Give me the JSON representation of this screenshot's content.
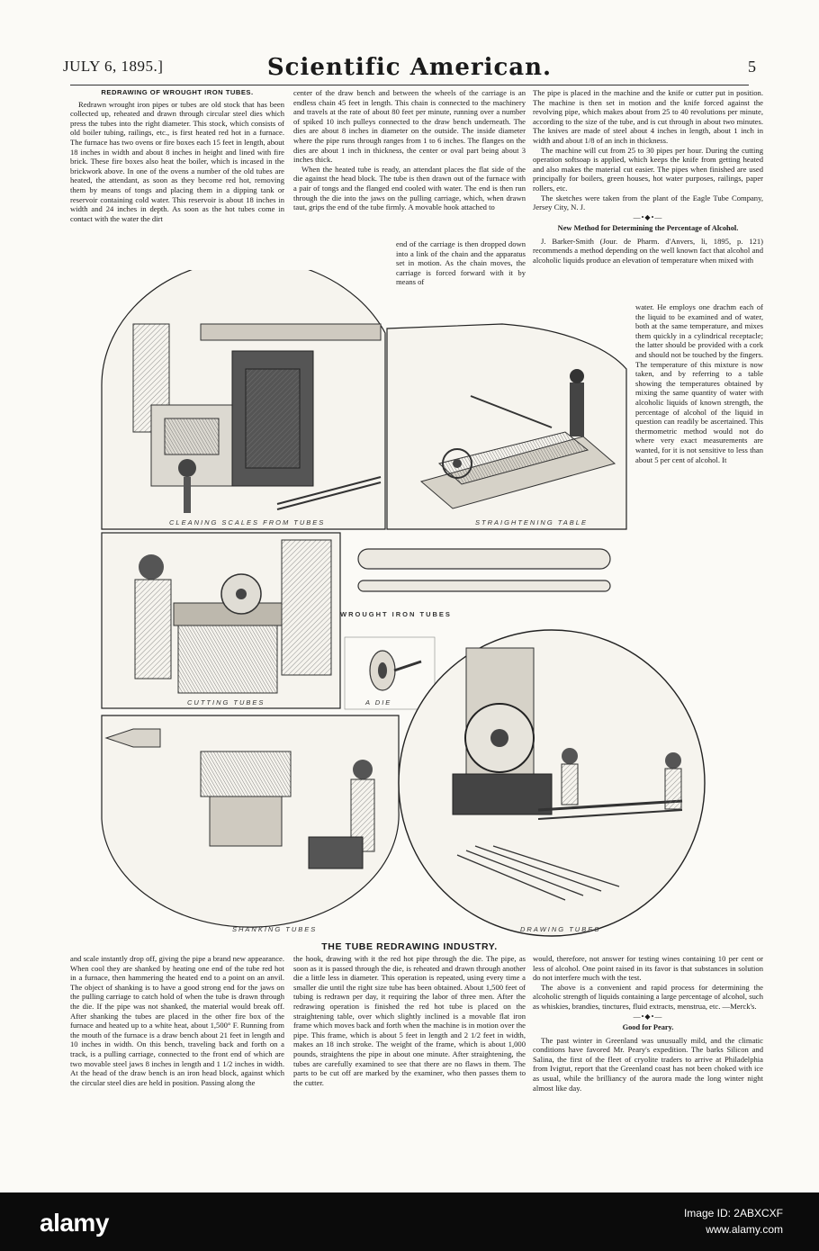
{
  "header": {
    "date": "JULY 6, 1895.]",
    "title": "Scientific American.",
    "page_number": "5"
  },
  "article1": {
    "title": "REDRAWING OF WROUGHT IRON TUBES.",
    "col1_top": "Redrawn wrought iron pipes or tubes are old stock that has been collected up, reheated and drawn through circular steel dies which press the tubes into the right diameter. This stock, which consists of old boiler tubing, railings, etc., is first heated red hot in a furnace. The furnace has two ovens or fire boxes each 15 feet in length, about 18 inches in width and about 8 inches in height and lined with fire brick. These fire boxes also heat the boiler, which is incased in the brickwork above. In one of the ovens a number of the old tubes are heated, the attendant, as soon as they become red hot, removing them by means of tongs and placing them in a dipping tank or reservoir containing cold water. This reservoir is about 18 inches in width and 24 inches in depth. As soon as the hot tubes come in contact with the water the dirt",
    "col2_top_a": "center of the draw bench and between the wheels of the carriage is an endless chain 45 feet in length. This chain is connected to the machinery and travels at the rate of about 80 feet per minute, running over a number of spiked 10 inch pulleys connected to the draw bench underneath. The dies are about 8 inches in diameter on the outside. The inside diameter where the pipe runs through ranges from 1 to 6 inches. The flanges on the dies are about 1 inch in thickness, the center or oval part being about 3 inches thick.",
    "col2_top_b": "When the heated tube is ready, an attendant places the flat side of the die against the head block. The tube is then drawn out of the furnace with a pair of tongs and the flanged end cooled with water. The end is then run through the die into the jaws on the pulling carriage, which, when drawn taut, grips the end of the tube firmly. A movable hook attached to",
    "col2_inset": "end of the carriage is then dropped down into a link of the chain and the apparatus set in motion. As the chain moves, the carriage is forced forward with it by means of",
    "col3_top_a": "The pipe is placed in the machine and the knife or cutter put in position. The machine is then set in motion and the knife forced against the revolving pipe, which makes about from 25 to 40 revolutions per minute, according to the size of the tube, and is cut through in about two minutes. The knives are made of steel about 4 inches in length, about 1 inch in width and about 1/8 of an inch in thickness.",
    "col3_top_b": "The machine will cut from 25 to 30 pipes per hour. During the cutting operation softsoap is applied, which keeps the knife from getting heated and also makes the material cut easier. The pipes when finished are used principally for boilers, green houses, hot water purposes, railings, paper rollers, etc.",
    "col3_top_c": "The sketches were taken from the plant of the Eagle Tube Company, Jersey City, N. J.",
    "col1_bottom": "and scale instantly drop off, giving the pipe a brand new appearance. When cool they are shanked by heating one end of the tube red hot in a furnace, then hammering the heated end to a point on an anvil. The object of shanking is to have a good strong end for the jaws on the pulling carriage to catch hold of when the tube is drawn through the die. If the pipe was not shanked, the material would break off. After shanking the tubes are placed in the other fire box of the furnace and heated up to a white heat, about 1,500° F. Running from the mouth of the furnace is a draw bench about 21 feet in length and 10 inches in width. On this bench, traveling back and forth on a track, is a pulling carriage, connected to the front end of which are two movable steel jaws 8 inches in length and 1 1/2 inches in width. At the head of the draw bench is an iron head block, against which the circular steel dies are held in position. Passing along the",
    "col2_bottom": "the hook, drawing with it the red hot pipe through the die. The pipe, as soon as it is passed through the die, is reheated and drawn through another die a little less in diameter. This operation is repeated, using every time a smaller die until the right size tube has been obtained. About 1,500 feet of tubing is redrawn per day, it requiring the labor of three men. After the redrawing operation is finished the red hot tube is placed on the straightening table, over which slightly inclined is a movable flat iron frame which moves back and forth when the machine is in motion over the pipe. This frame, which is about 5 feet in length and 2 1/2 feet in width, makes an 18 inch stroke. The weight of the frame, which is about 1,000 pounds, straightens the pipe in about one minute. After straightening, the tubes are carefully examined to see that there are no flaws in them. The parts to be cut off are marked by the examiner, who then passes them to the cutter."
  },
  "article2": {
    "title": "New Method for Determining the Percentage of Alcohol.",
    "body_top": "J. Barker-Smith (Jour. de Pharm. d'Anvers, li, 1895, p. 121) recommends a method depending on the well known fact that alcohol and alcoholic liquids produce an elevation of temperature when mixed with",
    "body_inset": "water. He employs one drachm each of the liquid to be examined and of water, both at the same temperature, and mixes them quickly in a cylindrical receptacle; the latter should be provided with a cork and should not be touched by the fingers. The temperature of this mixture is now taken, and by referring to a table showing the temperatures obtained by mixing the same quantity of water with alcoholic liquids of known strength, the percentage of alcohol of the liquid in question can readily be ascertained. This thermometric method would not do where very exact measurements are wanted, for it is not sensitive to less than about 5 per cent of alcohol. It",
    "body_bottom_a": "would, therefore, not answer for testing wines containing 10 per cent or less of alcohol. One point raised in its favor is that substances in solution do not interfere much with the test.",
    "body_bottom_b": "The above is a convenient and rapid process for determining the alcoholic strength of liquids containing a large percentage of alcohol, such as whiskies, brandies, tinctures, fluid extracts, menstrua, etc. —Merck's."
  },
  "article3": {
    "title": "Good for Peary.",
    "body": "The past winter in Greenland was unusually mild, and the climatic conditions have favored Mr. Peary's expedition. The barks Silicon and Salina, the first of the fleet of cryolite traders to arrive at Philadelphia from Ivigtut, report that the Greenland coast has not been choked with ice as usual, while the brilliancy of the aurora made the long winter night almost like day."
  },
  "figure": {
    "caption": "THE TUBE REDRAWING INDUSTRY.",
    "labels": {
      "cleaning": "CLEANING SCALES FROM TUBES",
      "straightening": "STRAIGHTENING TABLE",
      "cutting": "CUTTING TUBES",
      "wrought": "WROUGHT IRON TUBES",
      "die": "A DIE",
      "shanking": "SHANKING TUBES",
      "drawing": "DRAWING TUBES"
    }
  },
  "watermark": {
    "brand": "alamy",
    "image_id": "Image ID: 2ABXCXF",
    "url": "www.alamy.com"
  }
}
